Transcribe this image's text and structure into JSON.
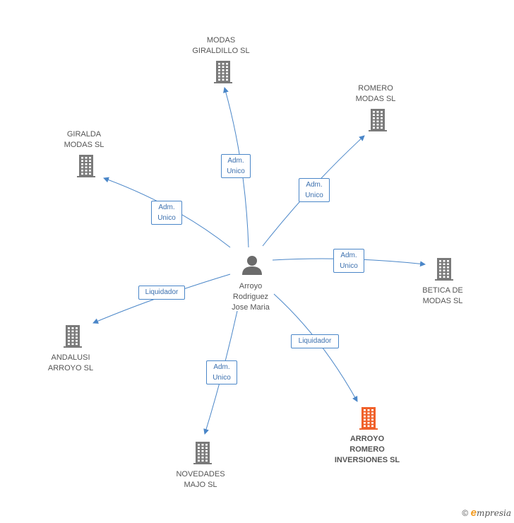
{
  "center": {
    "name": "Arroyo\nRodriguez\nJose Maria",
    "icon": "person-icon"
  },
  "companies": [
    {
      "id": "modas-giraldillo",
      "name": "MODAS\nGIRALDILLO SL",
      "icon": "building-icon",
      "highlight": false
    },
    {
      "id": "romero-modas",
      "name": "ROMERO\nMODAS SL",
      "icon": "building-icon",
      "highlight": false
    },
    {
      "id": "giralda-modas",
      "name": "GIRALDA\nMODAS SL",
      "icon": "building-icon",
      "highlight": false
    },
    {
      "id": "betica-de-modas",
      "name": "BETICA DE\nMODAS SL",
      "icon": "building-icon",
      "highlight": false
    },
    {
      "id": "andalusi-arroyo",
      "name": "ANDALUSI\nARROYO SL",
      "icon": "building-icon",
      "highlight": false
    },
    {
      "id": "arroyo-romero-inversiones",
      "name": "ARROYO\nROMERO\nINVERSIONES SL",
      "icon": "building-icon",
      "highlight": true
    },
    {
      "id": "novedades-majo",
      "name": "NOVEDADES\nMAJO SL",
      "icon": "building-icon",
      "highlight": false
    }
  ],
  "relations": [
    {
      "to": "modas-giraldillo",
      "label": "Adm.\nUnico"
    },
    {
      "to": "romero-modas",
      "label": "Adm.\nUnico"
    },
    {
      "to": "giralda-modas",
      "label": "Adm.\nUnico"
    },
    {
      "to": "betica-de-modas",
      "label": "Adm.\nUnico"
    },
    {
      "to": "andalusi-arroyo",
      "label": "Liquidador"
    },
    {
      "to": "arroyo-romero-inversiones",
      "label": "Liquidador"
    },
    {
      "to": "novedades-majo",
      "label": "Adm.\nUnico"
    }
  ],
  "colors": {
    "edge": "#4a86c8",
    "building": "#7a7a7a",
    "building_highlight": "#f0612b",
    "person": "#6b6b6b"
  },
  "footer": {
    "copyright": "©",
    "brand_initial": "e",
    "brand_rest": "mpresia"
  }
}
